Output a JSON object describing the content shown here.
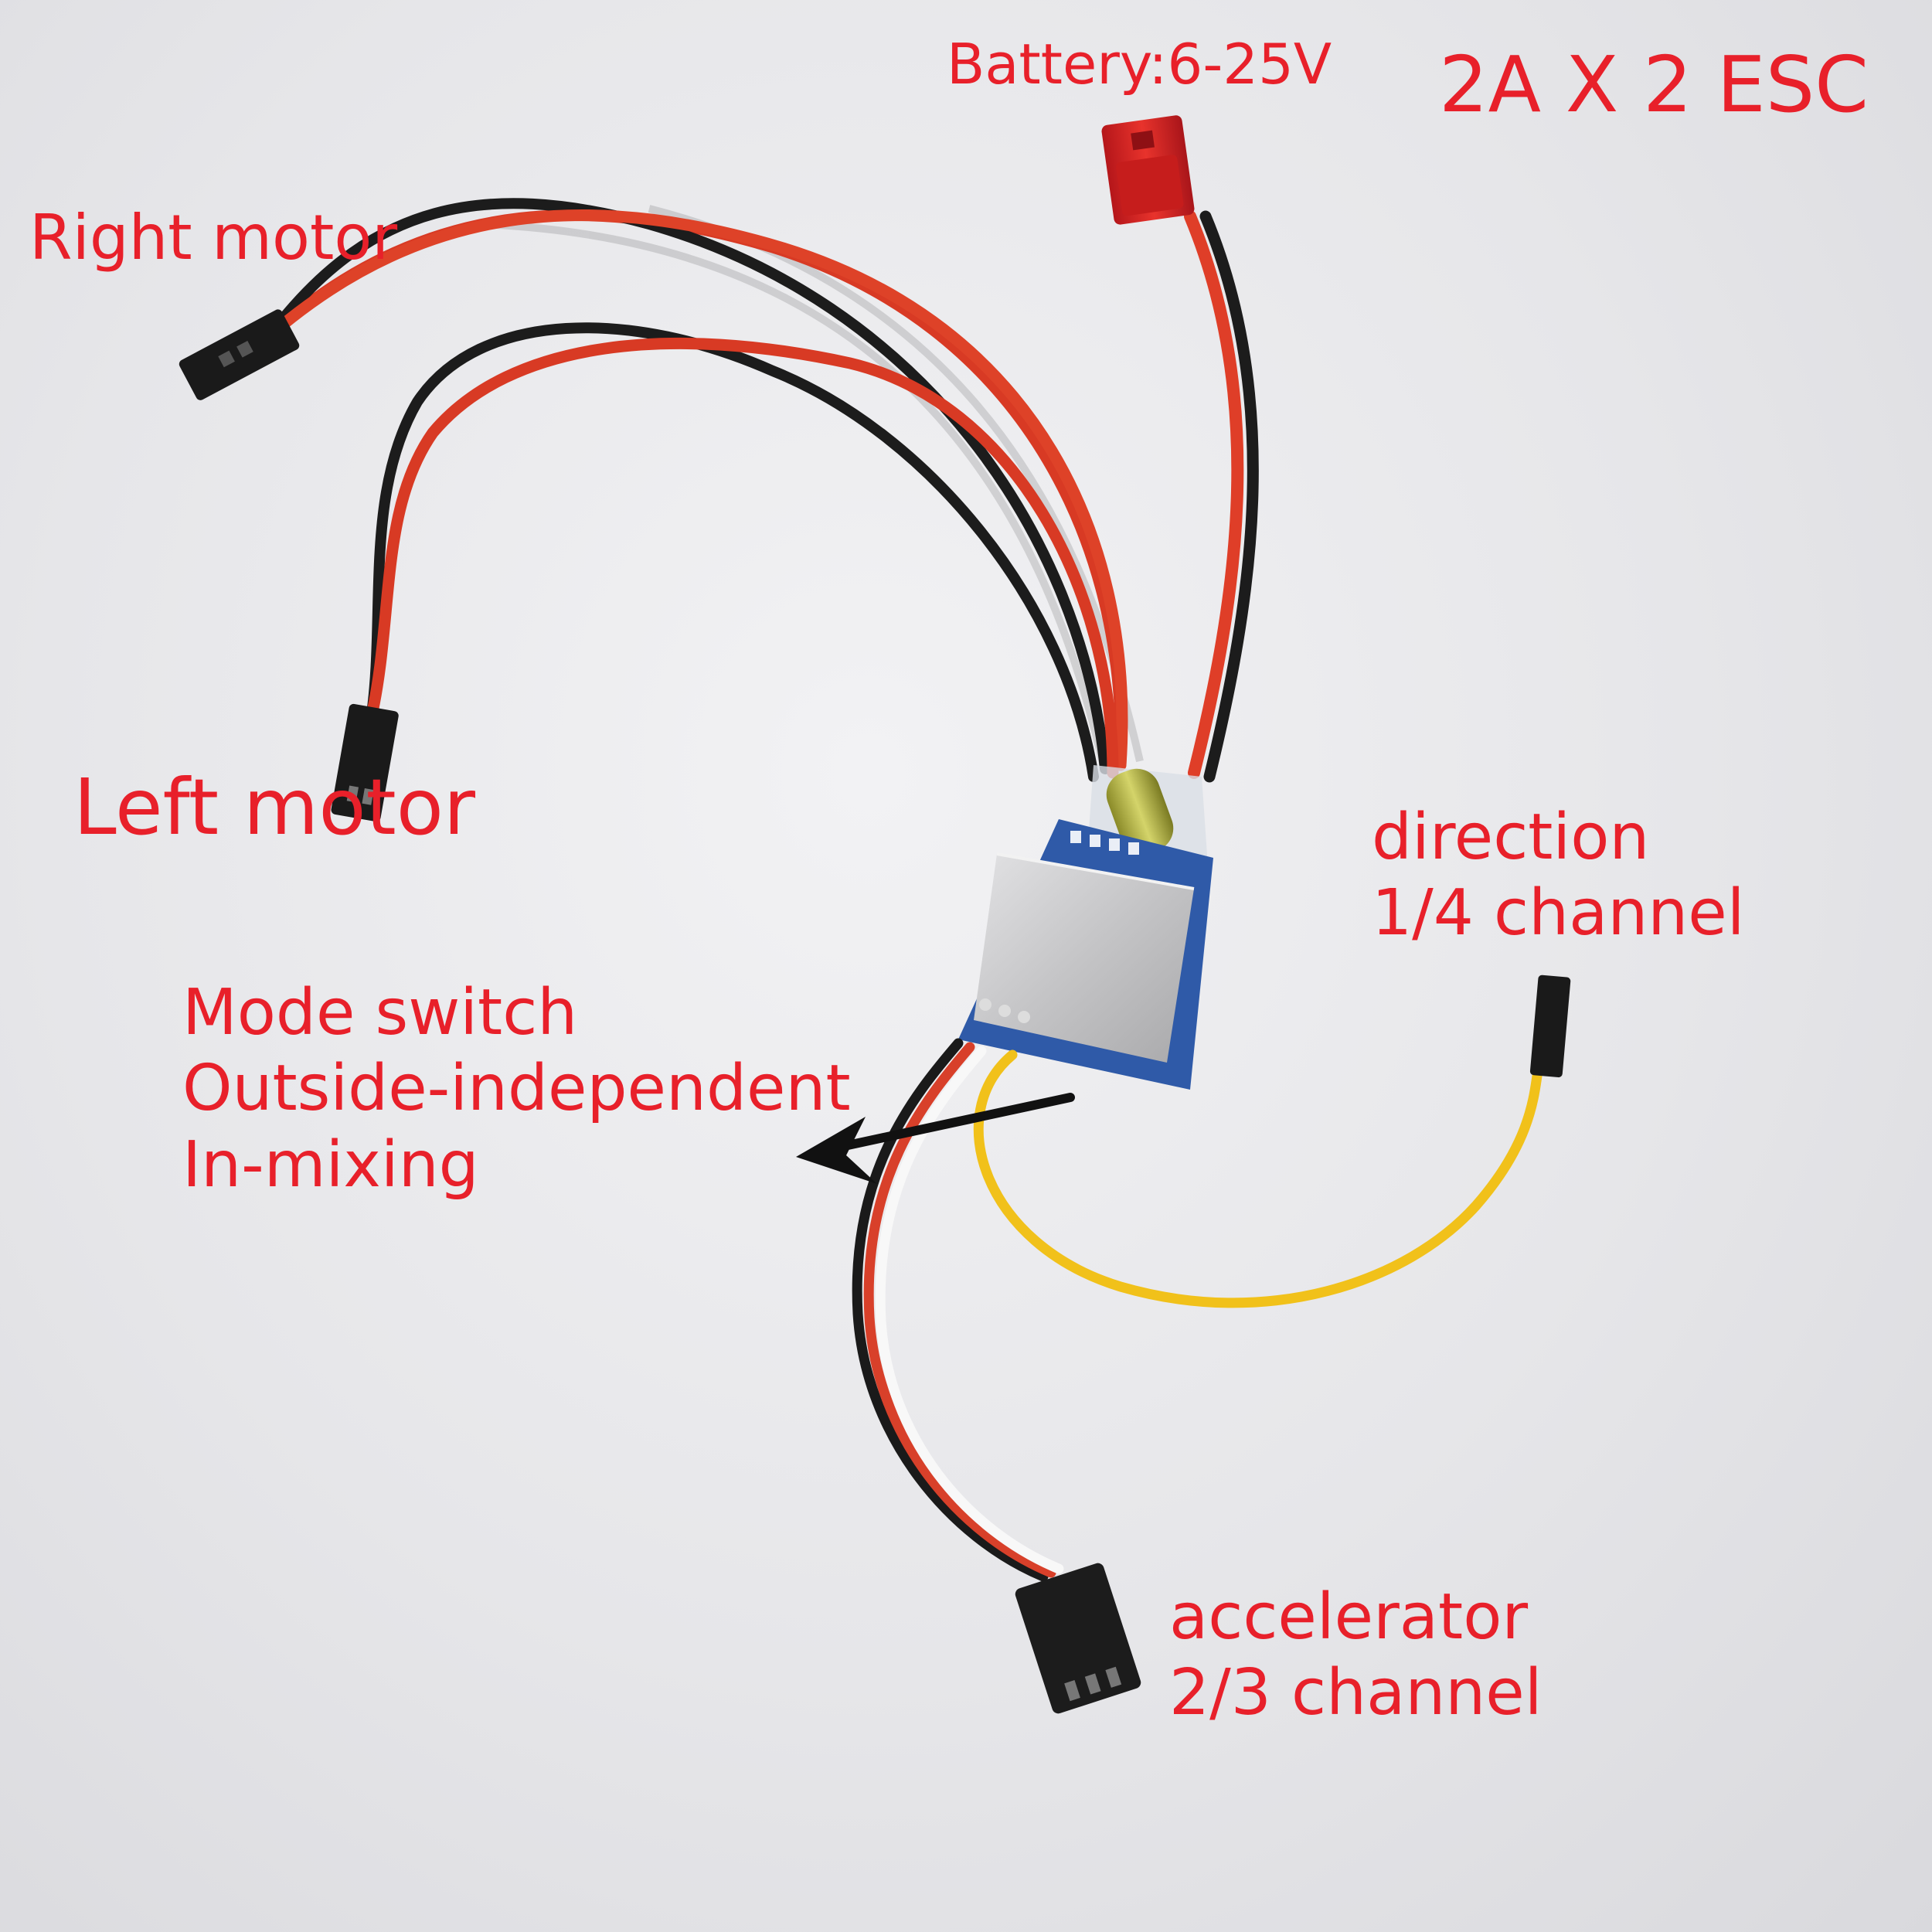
{
  "labels": {
    "title": "2A X 2 ESC",
    "battery": "Battery:6-25V",
    "right_motor": "Right motor",
    "left_motor": "Left motor",
    "direction": [
      "direction",
      "1/4 channel"
    ],
    "mode_switch": [
      "Mode switch",
      "Outside-independent",
      "In-mixing"
    ],
    "accelerator": [
      "accelerator",
      "2/3 channel"
    ]
  },
  "colors": {
    "label_text": "#e8202a",
    "background": "#e6e6e9",
    "red_wire": "#e0402a",
    "black_wire": "#1e1e1e",
    "yellow_wire": "#f2c21a",
    "pcb_blue": "#2f5aa8",
    "shield_silver": "#c8c8ca",
    "connector_red": "#d8231f"
  },
  "objects": {
    "module": "ESC module with metal shield and blue PCB",
    "arrow": "black arrow pointing from mode switch wire to label"
  }
}
